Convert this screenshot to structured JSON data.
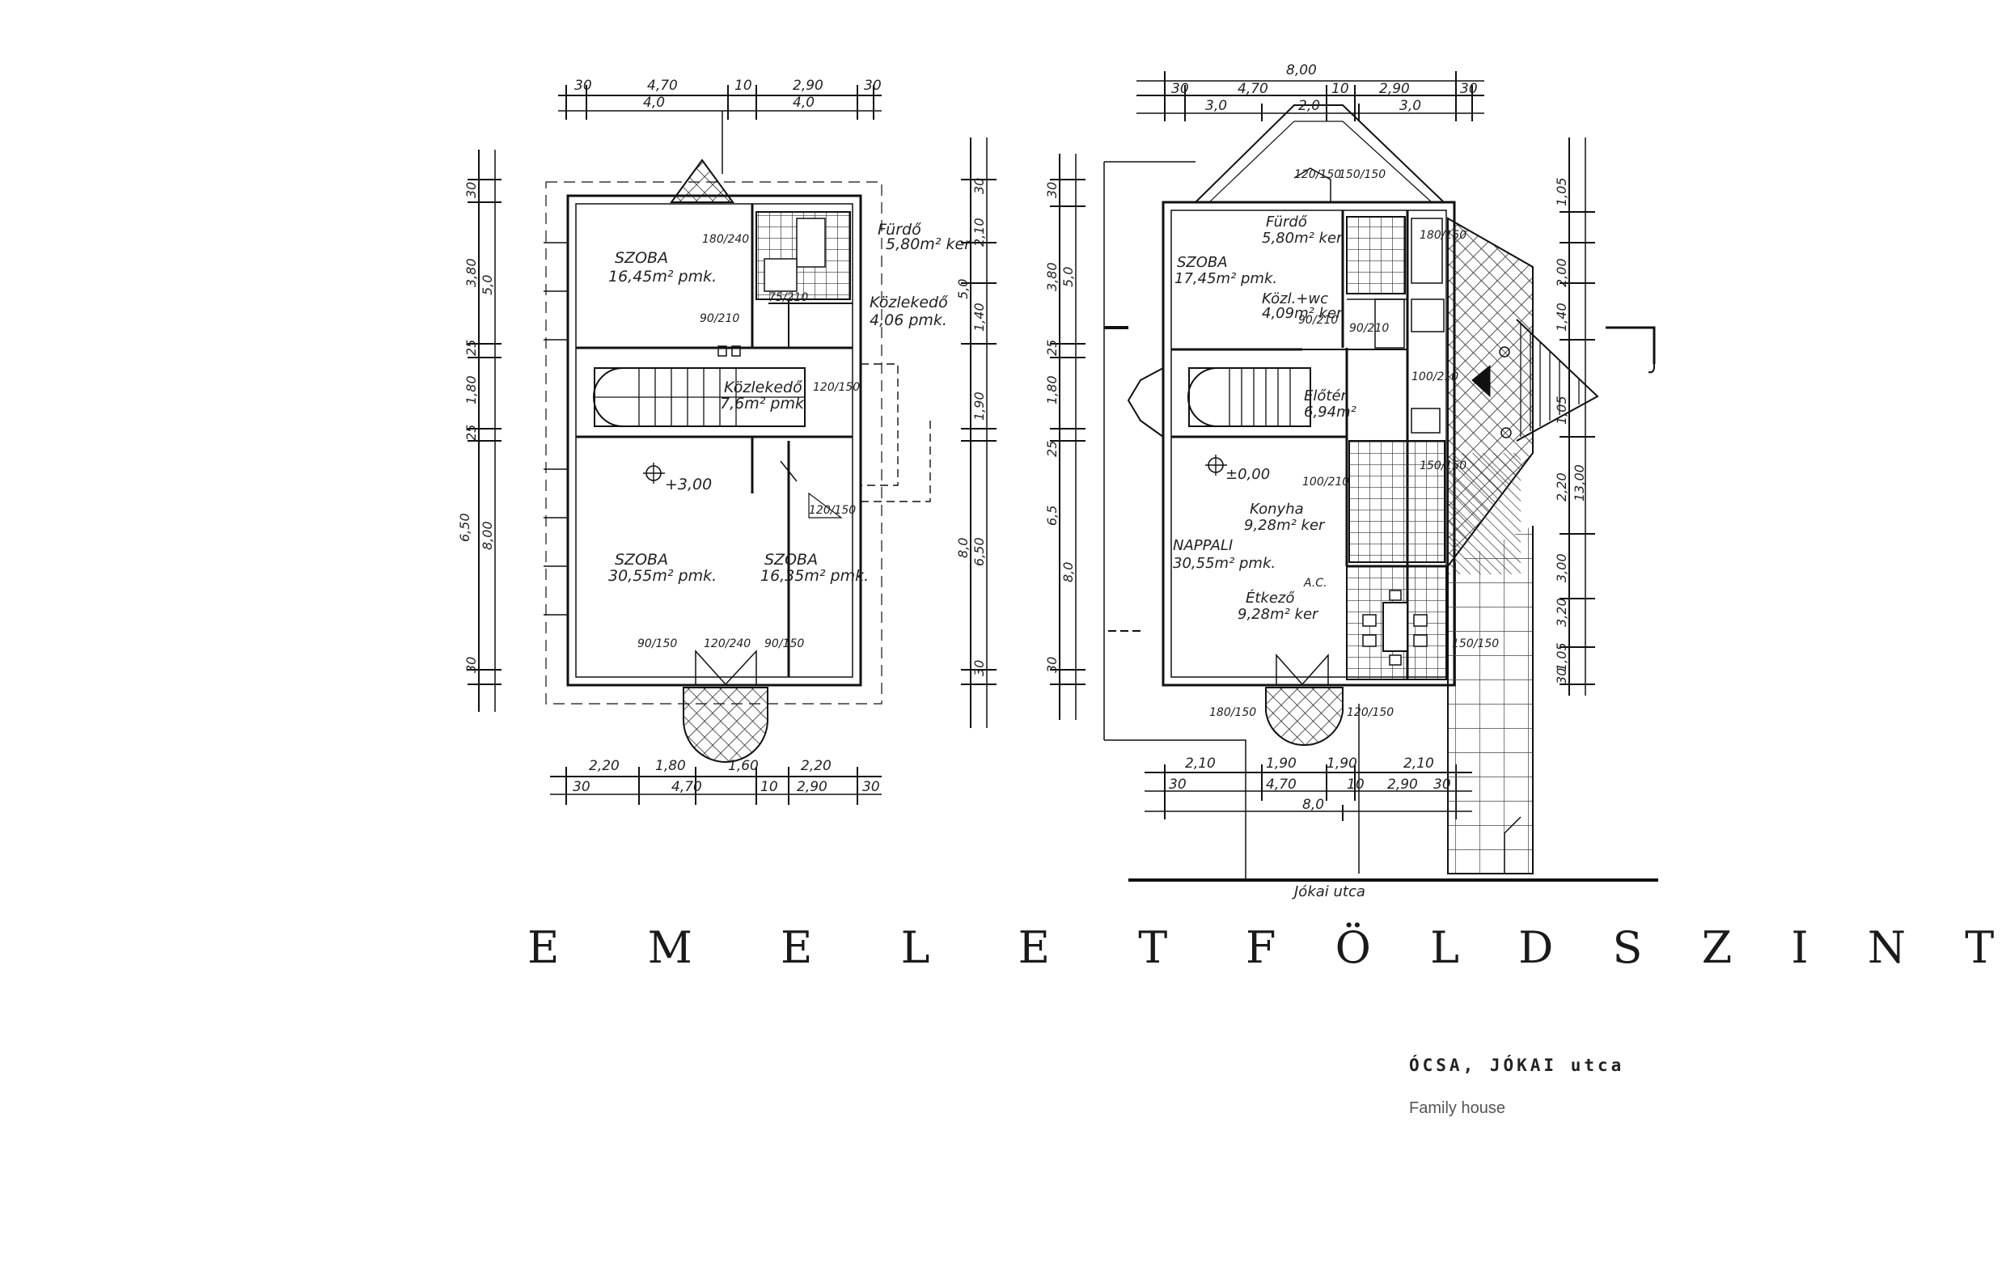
{
  "floors": [
    {
      "title": "E M E L E T",
      "top_dims": [
        "30",
        "4,70",
        "10",
        "2,90",
        "30"
      ],
      "top_dims_2": [
        "4,0",
        "4,0"
      ],
      "bottom_dims": [
        "2,20",
        "1,80",
        "1,60",
        "2,20"
      ],
      "bottom_dims_2": [
        "30",
        "4,70",
        "10",
        "2,90",
        "30"
      ],
      "left_dims": [
        "30",
        "3,80",
        "25",
        "1,80",
        "25",
        "6,50",
        "30"
      ],
      "left_dims_2": [
        "5,0",
        "8,00"
      ],
      "right_dims": [
        "30",
        "5,0",
        "8,0",
        "2,10",
        "1,40",
        "1,90",
        "6,50",
        "30"
      ],
      "rooms": [
        {
          "name": "SZOBA",
          "area": "16,45m² pmk."
        },
        {
          "name": "Fürdő",
          "area": "5,80m² ker"
        },
        {
          "name": "Közlekedő",
          "area": "4,06 pmk."
        },
        {
          "name": "Közlekedő",
          "area": "7,6m² pmk"
        },
        {
          "name": "SZOBA",
          "area": "30,55m² pmk."
        },
        {
          "name": "SZOBA",
          "area": "16,35m² pmk."
        }
      ],
      "level": "+3,00",
      "openings": [
        "180/240",
        "90/210",
        "75/210",
        "120/150",
        "120/240",
        "90/150",
        "90/150",
        "120/150"
      ]
    },
    {
      "title": "F Ö L D S Z I N T",
      "top_total": "8,00",
      "top_dims": [
        "30",
        "4,70",
        "10",
        "2,90",
        "30"
      ],
      "top_dims_2": [
        "3,0",
        "2,0",
        "3,0"
      ],
      "bottom_dims": [
        "2,10",
        "1,90",
        "1,90",
        "2,10"
      ],
      "bottom_dims_2": [
        "30",
        "4,70",
        "10",
        "2,90",
        "30"
      ],
      "bottom_total": "8,0",
      "left_dims": [
        "30",
        "3,80",
        "25",
        "1,80",
        "25",
        "6,5",
        "30"
      ],
      "left_dims_2": [
        "5,0",
        "8,0"
      ],
      "right_dims": [
        "1,05",
        "2,00",
        "1,40",
        "1,05",
        "2,20",
        "3,00",
        "3,20",
        "1,05",
        "30"
      ],
      "right_dims_2": [
        "13,00"
      ],
      "rooms": [
        {
          "name": "Fürdő",
          "area": "5,80m² ker"
        },
        {
          "name": "SZOBA",
          "area": "17,45m² pmk."
        },
        {
          "name": "Közl.+wc",
          "area": "4,09m² ker"
        },
        {
          "name": "Előtér",
          "area": "6,94m²"
        },
        {
          "name": "Konyha",
          "area": "9,28m² ker"
        },
        {
          "name": "NAPPALI",
          "area": "30,55m² pmk."
        },
        {
          "name": "Étkező",
          "area": "9,28m² ker"
        }
      ],
      "level": "±0,00",
      "openings": [
        "180/150",
        "120/150",
        "150/150",
        "100/210",
        "90/210",
        "90/210",
        "100/210",
        "150/150",
        "180/150",
        "120/150",
        "150/150"
      ],
      "ac_label": "A.C.",
      "street_label": "Jókai utca"
    }
  ],
  "caption": {
    "title": "ÓCSA, JÓKAI utca",
    "subtitle": "Family house"
  }
}
